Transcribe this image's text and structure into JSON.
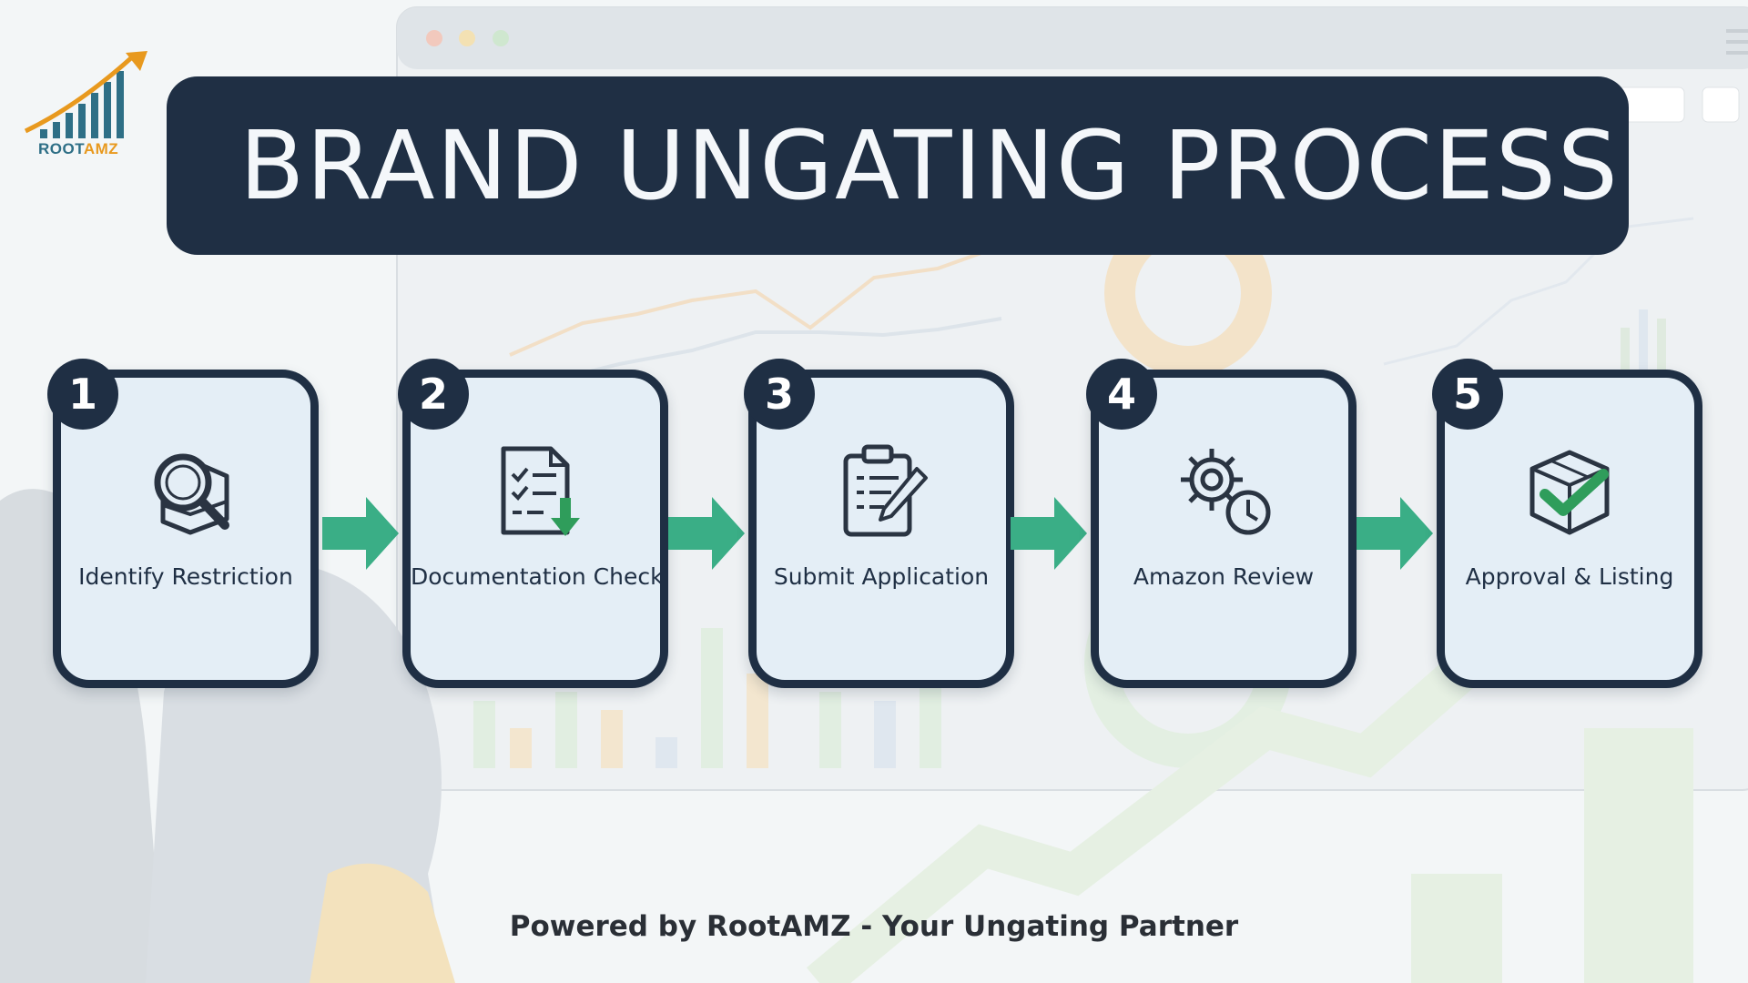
{
  "logo": {
    "brand_primary": "ROOT",
    "brand_accent": "AMZ"
  },
  "title": "BRAND UNGATING PROCESS",
  "steps": [
    {
      "number": "1",
      "label": "Identify Restriction",
      "icon": "magnifier-box-icon"
    },
    {
      "number": "2",
      "label": "Documentation Check",
      "icon": "checklist-download-icon"
    },
    {
      "number": "3",
      "label": "Submit Application",
      "icon": "clipboard-pen-icon"
    },
    {
      "number": "4",
      "label": "Amazon Review",
      "icon": "gear-clock-icon"
    },
    {
      "number": "5",
      "label": "Approval & Listing",
      "icon": "box-check-icon"
    }
  ],
  "footer": "Powered by RootAMZ - Your Ungating Partner",
  "colors": {
    "banner": "#1f2f44",
    "card": "#e4eef6",
    "arrow": "#3aae86",
    "logo_teal": "#2e6f86",
    "logo_orange": "#e8991e"
  }
}
